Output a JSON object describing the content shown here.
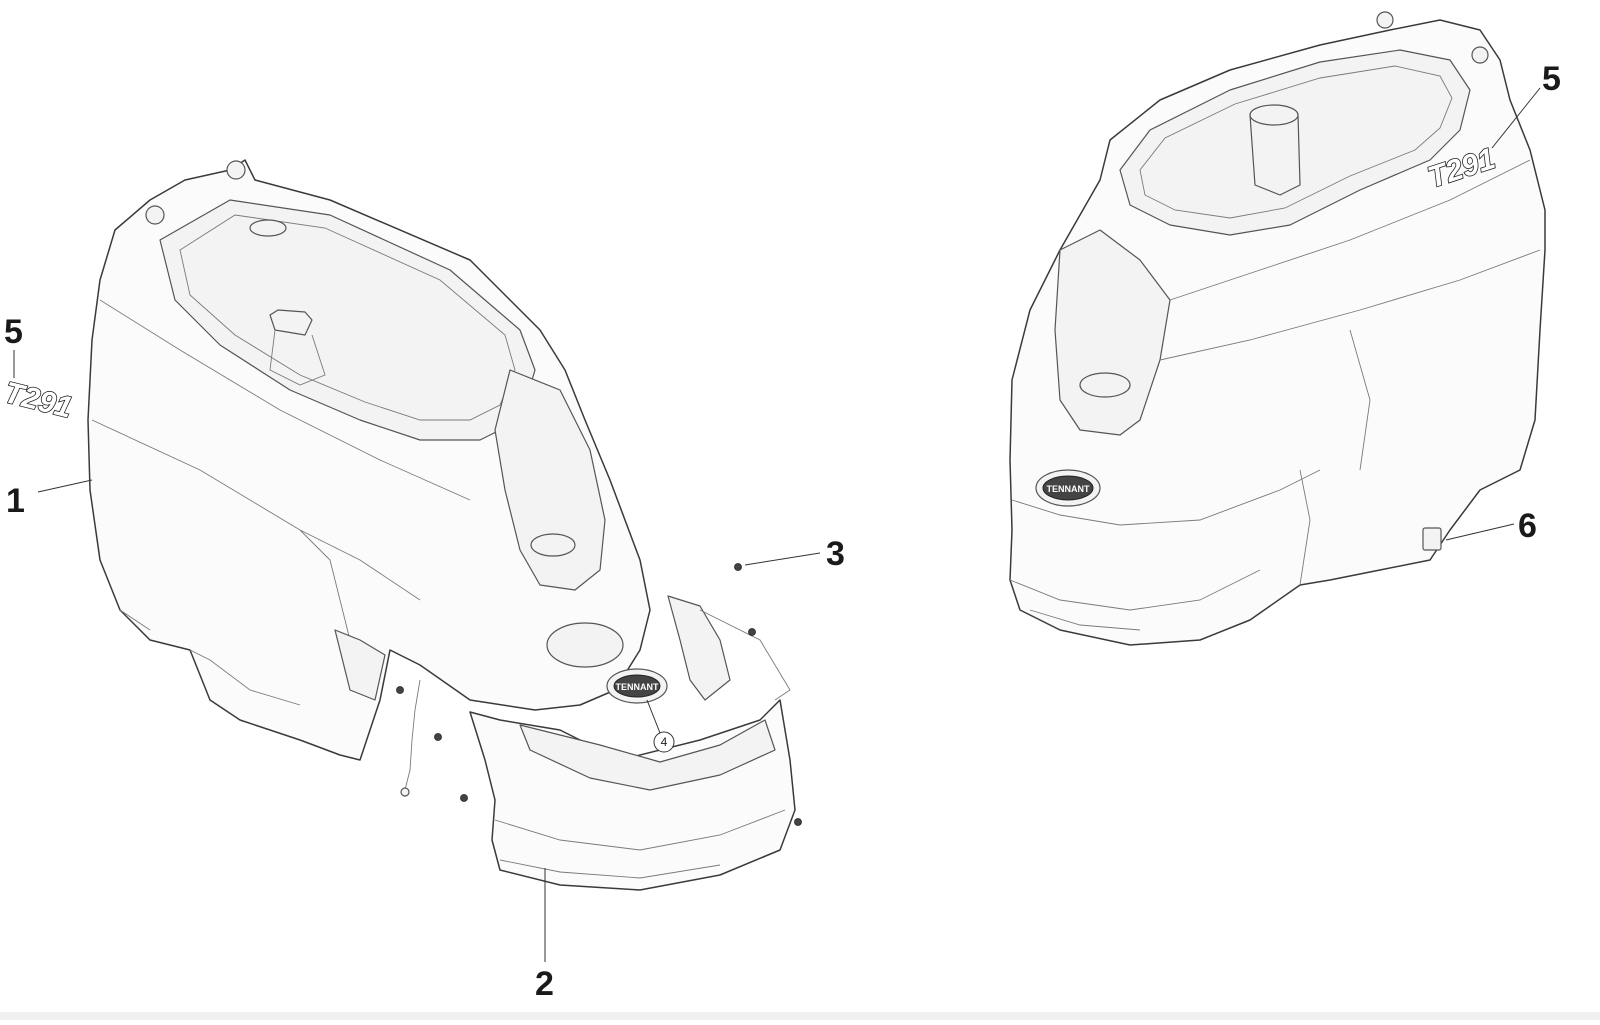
{
  "callouts": {
    "part1": "1",
    "part2": "2",
    "part3": "3",
    "part4": "4",
    "part5_left": "5",
    "part5_right": "5",
    "part6": "6"
  },
  "decals": {
    "model_left": "T291",
    "model_right": "T291",
    "brand_badge_left": "TENNANT",
    "brand_badge_right": "TENNANT"
  },
  "colors": {
    "line": "#3a3a3a",
    "fill": "#fbfbfb",
    "text": "#1a1a1a"
  }
}
